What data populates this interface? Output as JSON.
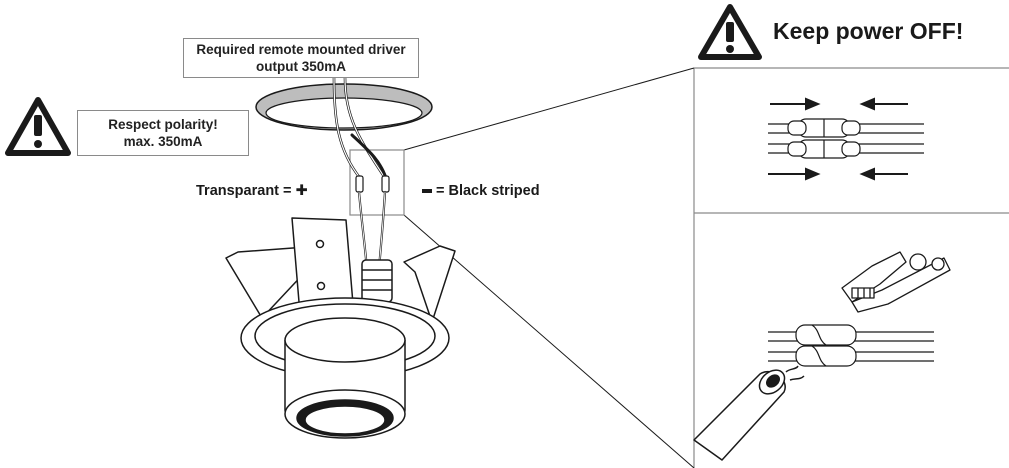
{
  "warnings": {
    "top": "Keep power OFF!",
    "polarity": [
      "Respect polarity!",
      "max. 350mA"
    ]
  },
  "driver_note": [
    "Required remote mounted driver",
    "output 350mA"
  ],
  "wiring": {
    "positive": "Transparant = ✚",
    "negative": "= Black striped"
  },
  "icons": [
    "warning-triangle-icon",
    "warning-triangle-icon"
  ],
  "colors": {
    "line": "#1a1a1a",
    "frame": "#8a8a8a",
    "ceiling_ring": "#bdbdbd"
  }
}
